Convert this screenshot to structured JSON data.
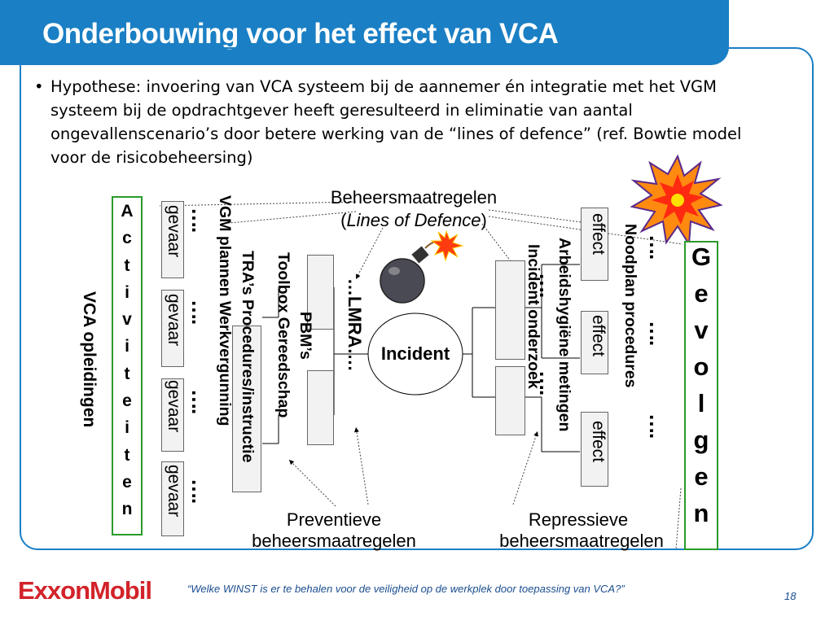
{
  "slide": {
    "title": "Onderbouwing voor het effect van VCA",
    "bullet": "Hypothese: invoering van VCA systeem bij de aannemer én integratie met het VGM systeem bij de opdrachtgever heeft geresulteerd in eliminatie van aantal ongevallenscenario’s door betere werking van de “lines of defence” (ref. Bowtie model voor de risicobeheersing)"
  },
  "diagram": {
    "defence_title_line1": "Beheersmaatregelen",
    "defence_title_line2_pre": "(",
    "defence_title_line2_italic": "Lines of Defence",
    "defence_title_line2_post": ")",
    "center": "Incident",
    "left_vertical": "VCA opleidingen",
    "activiteiten": [
      "A",
      "c",
      "t",
      "i",
      "v",
      "i",
      "t",
      "e",
      "i",
      "t",
      "e",
      "n"
    ],
    "gevolgen": [
      "G",
      "e",
      "v",
      "o",
      "l",
      "g",
      "e",
      "n"
    ],
    "gevaar": "gevaar",
    "effect": "effect",
    "dots": "….",
    "preventive_labels": [
      "VGM plannen   Werkvergunning",
      "TRA’s Procedures/instructie",
      "Toolbox   Gereedschap",
      "PBM’s",
      "…LMRA…."
    ],
    "repressive_labels": [
      "Incident onderzoek",
      "Arbeidshygiëne metingen",
      "Noodplan procedures"
    ],
    "preventive_caption_line1": "Preventieve",
    "preventive_caption_line2": "beheersmaatregelen",
    "repressive_caption_line1": "Repressieve",
    "repressive_caption_line2": "beheersmaatregelen"
  },
  "footer": {
    "logo": "ExxonMobil",
    "quote": "“Welke WINST is er te behalen voor de veiligheid op de werkplek door toepassing van VCA?”",
    "page": "18"
  },
  "colors": {
    "accent": "#1a7fc4",
    "green_border": "#2a9a2a",
    "brand_red": "#d2232a"
  }
}
